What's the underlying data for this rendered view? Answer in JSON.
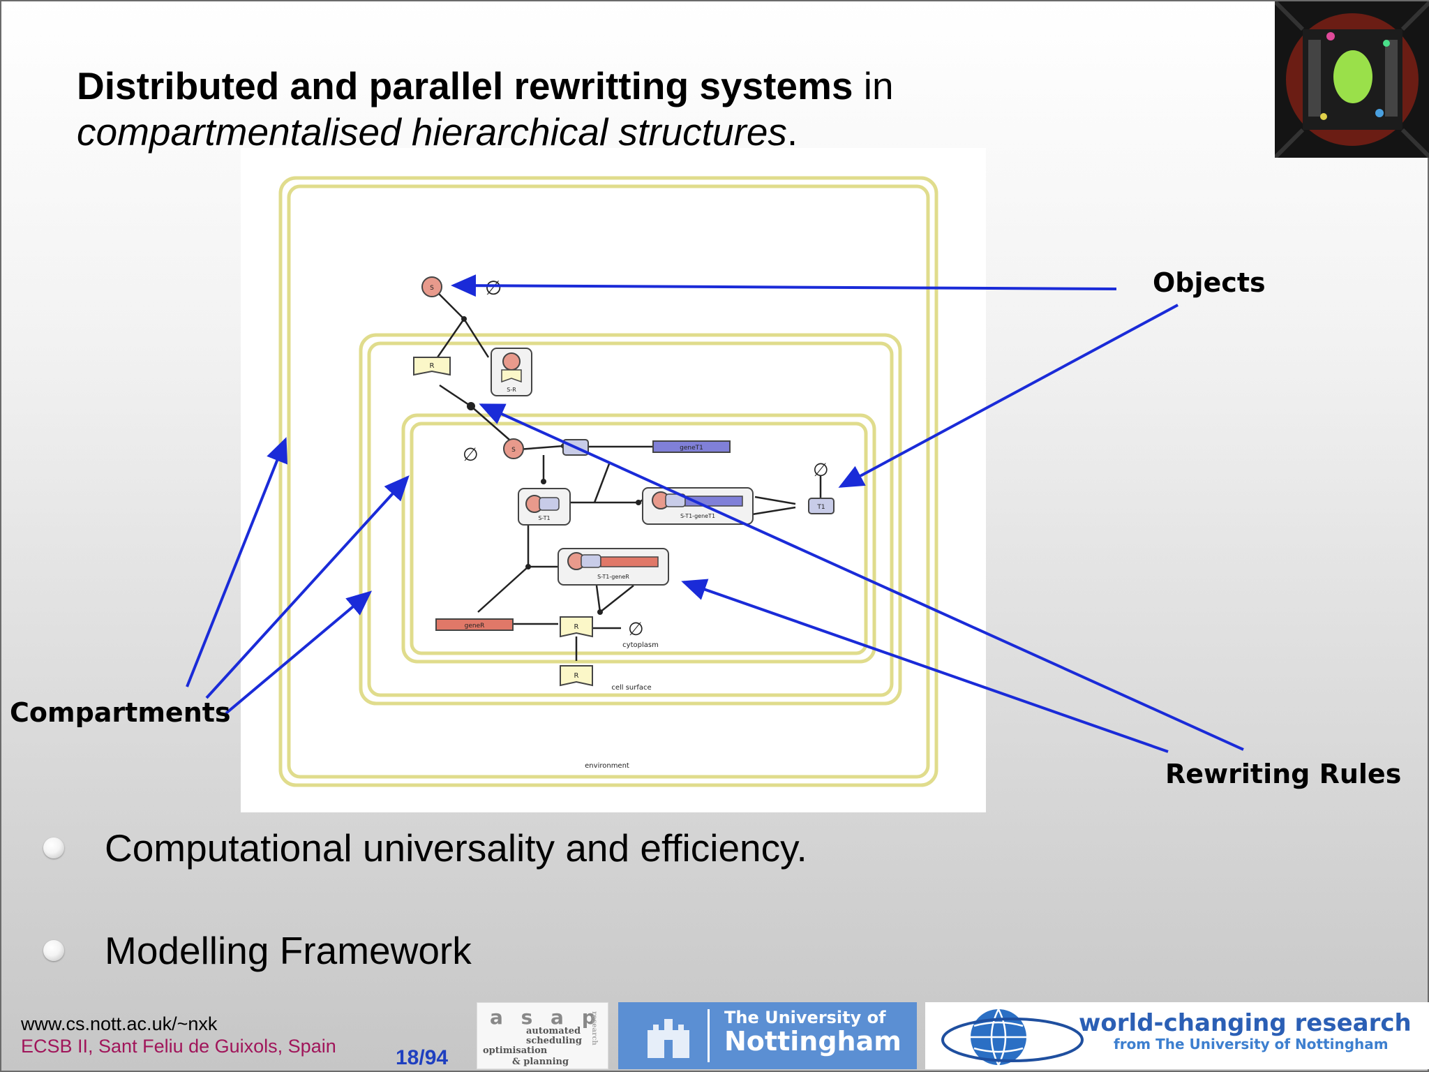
{
  "slide": {
    "title_bold": "Distributed and parallel rewritting systems",
    "title_plain": " in",
    "title_italic": "compartmentalised hierarchical structures",
    "title_end": "."
  },
  "callouts": {
    "objects": "Objects",
    "compartments": "Compartments",
    "rewriting_rules": "Rewriting Rules"
  },
  "diagram": {
    "compartment_labels": [
      "environment",
      "cell surface",
      "cytoplasm"
    ],
    "node_labels": [
      "R",
      "S-R",
      "S",
      "S-T1",
      "S-T1-geneT1",
      "S-T1-geneR",
      "T1",
      "geneT1",
      "geneR"
    ],
    "empty_set": "∅",
    "colors": {
      "compartment_border": "#e0dc8c",
      "molecule_fill": "#e89a8c",
      "gene_blue": "#8080d8",
      "gene_red": "#e07868",
      "receptor_fill": "#fbf7c8",
      "arrow_blue": "#1a2bd8"
    }
  },
  "bullets": [
    "Computational universality and efficiency.",
    "Modelling Framework"
  ],
  "footer": {
    "url": "www.cs.nott.ac.uk/~nxk",
    "conference": "ECSB II, Sant Feliu de Guixols, Spain",
    "page": "18/94"
  },
  "logos": {
    "asap_big": "a s a p",
    "asap_lines": [
      "automated",
      "scheduling",
      "optimisation",
      "& planning"
    ],
    "asap_side": "research",
    "nottingham_line1": "The University of",
    "nottingham_line2": "Nottingham",
    "wcr_line1": "world-changing research",
    "wcr_line2": "from The University of Nottingham"
  }
}
